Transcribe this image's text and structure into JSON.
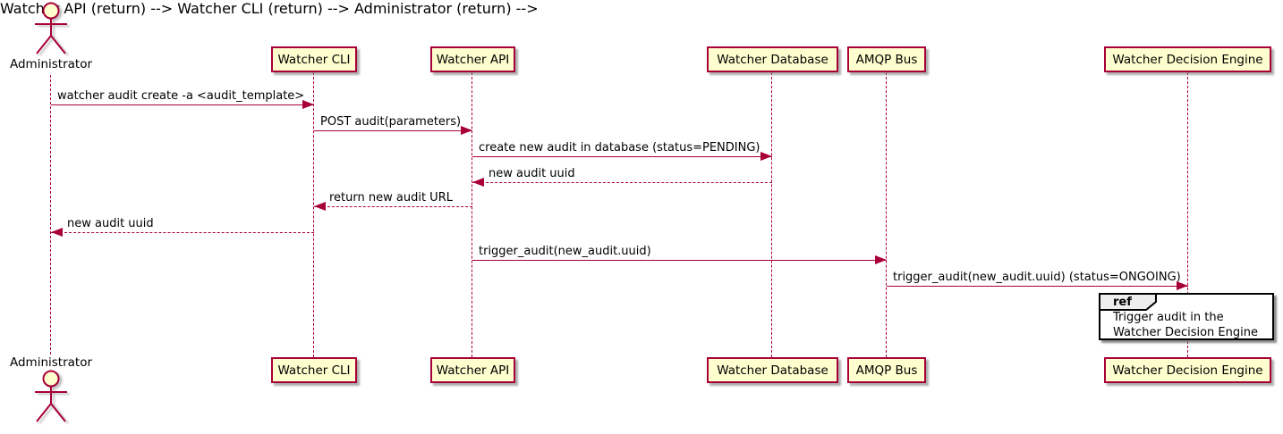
{
  "diagram_type": "uml-sequence-diagram",
  "participants": [
    {
      "name": "Administrator",
      "type": "actor"
    },
    {
      "name": "Watcher CLI",
      "type": "participant"
    },
    {
      "name": "Watcher API",
      "type": "participant"
    },
    {
      "name": "Watcher Database",
      "type": "participant"
    },
    {
      "name": "AMQP Bus",
      "type": "participant"
    },
    {
      "name": "Watcher Decision Engine",
      "type": "participant"
    }
  ],
  "messages": [
    {
      "from": "Administrator",
      "to": "Watcher CLI",
      "label": "watcher audit create -a <audit_template>",
      "line": "solid"
    },
    {
      "from": "Watcher CLI",
      "to": "Watcher API",
      "label": "POST audit(parameters)",
      "line": "solid"
    },
    {
      "from": "Watcher API",
      "to": "Watcher Database",
      "label": "create new audit in database (status=PENDING)",
      "line": "solid"
    },
    {
      "from": "Watcher Database",
      "to": "Watcher API",
      "label": "new audit uuid",
      "line": "dashed"
    },
    {
      "from": "Watcher API",
      "to": "Watcher CLI",
      "label": "return new audit URL",
      "line": "dashed"
    },
    {
      "from": "Watcher CLI",
      "to": "Administrator",
      "label": "new audit uuid",
      "line": "dashed"
    },
    {
      "from": "Watcher API",
      "to": "AMQP Bus",
      "label": "trigger_audit(new_audit.uuid)",
      "line": "solid"
    },
    {
      "from": "AMQP Bus",
      "to": "Watcher Decision Engine",
      "label": "trigger_audit(new_audit.uuid) (status=ONGOING)",
      "line": "solid"
    }
  ],
  "ref": {
    "keyword": "ref",
    "over": "Watcher Decision Engine",
    "line1": "Trigger audit in the",
    "line2": "Watcher Decision Engine"
  },
  "colors": {
    "participant_fill": "#FEFECE",
    "participant_border": "#A80036",
    "lifeline": "#A80036",
    "arrow": "#A80036",
    "text": "#000000",
    "ref_border": "#000000",
    "ref_tab_fill": "#EEEEEE",
    "background": "#FFFFFF"
  }
}
